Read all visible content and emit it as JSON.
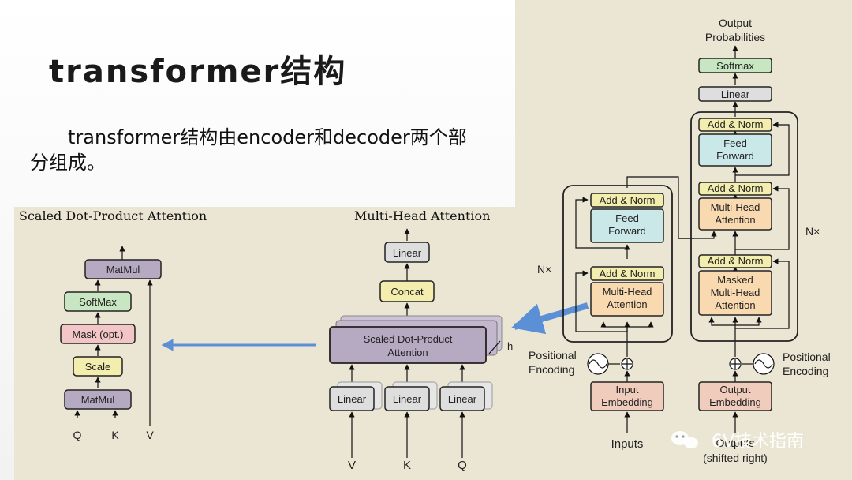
{
  "slide": {
    "title": "transformer结构",
    "body": "transformer结构由encoder和decoder两个部分组成。"
  },
  "sdpa": {
    "title": "Scaled Dot-Product Attention",
    "matmul_top": "MatMul",
    "softmax": "SoftMax",
    "mask": "Mask (opt.)",
    "scale": "Scale",
    "matmul_bottom": "MatMul",
    "input_q": "Q",
    "input_k": "K",
    "input_v": "V"
  },
  "mha": {
    "title": "Multi-Head Attention",
    "linear_top": "Linear",
    "concat": "Concat",
    "sdpa_line1": "Scaled Dot-Product",
    "sdpa_line2": "Attention",
    "h": "h",
    "linear_v": "Linear",
    "linear_k": "Linear",
    "linear_q": "Linear",
    "input_v": "V",
    "input_k": "K",
    "input_q": "Q"
  },
  "transformer": {
    "output_line1": "Output",
    "output_line2": "Probabilities",
    "softmax": "Softmax",
    "linear": "Linear",
    "encoder": {
      "nx": "N×",
      "add_norm_top": "Add & Norm",
      "ff_line1": "Feed",
      "ff_line2": "Forward",
      "add_norm_bottom": "Add & Norm",
      "mha_line1": "Multi-Head",
      "mha_line2": "Attention",
      "pos_line1": "Positional",
      "pos_line2": "Encoding",
      "emb_line1": "Input",
      "emb_line2": "Embedding",
      "inputs": "Inputs"
    },
    "decoder": {
      "nx": "N×",
      "add_norm_1": "Add & Norm",
      "ff_line1": "Feed",
      "ff_line2": "Forward",
      "add_norm_2": "Add & Norm",
      "mha_line1": "Multi-Head",
      "mha_line2": "Attention",
      "add_norm_3": "Add & Norm",
      "masked_line1": "Masked",
      "masked_line2": "Multi-Head",
      "masked_line3": "Attention",
      "pos_line1": "Positional",
      "pos_line2": "Encoding",
      "emb_line1": "Output",
      "emb_line2": "Embedding",
      "outputs_line1": "Outputs",
      "outputs_line2": "(shifted right)"
    }
  },
  "watermark": "6V技术指南",
  "colors": {
    "panel_bg": "#ebe6d4",
    "purple": "#b6a9c2",
    "pink": "#f2c6c6",
    "yellow": "#f3eeae",
    "green": "#c8e6c2",
    "gray": "#dedede",
    "orange": "#f8d9b0",
    "teal": "#cbe8e8",
    "salmon": "#f0ccbc",
    "arrow_blue": "#5b8fd6"
  }
}
